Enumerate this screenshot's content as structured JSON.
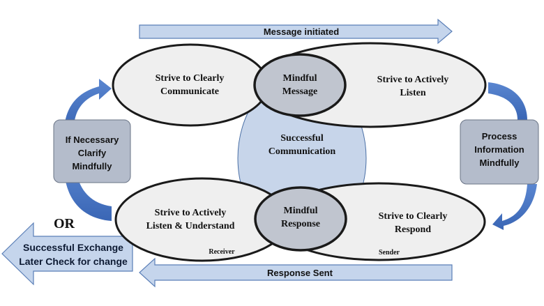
{
  "arrows": {
    "message_initiated": "Message initiated",
    "response_sent": "Response Sent",
    "successful_exchange_line1": "Successful Exchange",
    "successful_exchange_line2": "Later Check for change"
  },
  "or_label": "OR",
  "ellipses": {
    "strive_clearly_communicate": [
      "Strive to Clearly",
      "Communicate"
    ],
    "mindful_message": [
      "Mindful",
      "Message"
    ],
    "strive_actively_listen": [
      "Strive to Actively",
      "Listen"
    ],
    "successful_communication": [
      "Successful",
      "Communication"
    ],
    "strive_listen_understand": [
      "Strive to Actively",
      "Listen & Understand"
    ],
    "mindful_response": [
      "Mindful",
      "Response"
    ],
    "strive_clearly_respond": [
      "Strive to Clearly",
      "Respond"
    ]
  },
  "roles": {
    "receiver": "Receiver",
    "sender": "Sender"
  },
  "side_boxes": {
    "left": [
      "If Necessary",
      "Clarify",
      "Mindfully"
    ],
    "right": [
      "Process",
      "Information",
      "Mindfully"
    ]
  },
  "colors": {
    "arrow_fill": "#c5d5ec",
    "arrow_stroke": "#5b7fb7",
    "curve_arrow": "#4472c4",
    "ellipse_fill": "#efefef",
    "center_ellipse": "#c7d5ea",
    "side_box": "#b4bccb"
  }
}
